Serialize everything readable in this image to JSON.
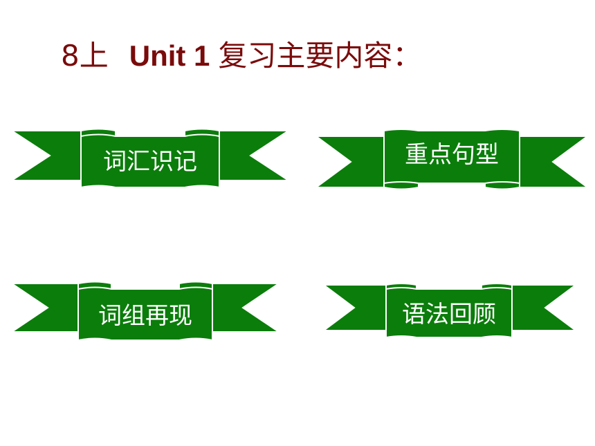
{
  "title": {
    "prefix": "8上",
    "unit": "Unit 1",
    "suffix": "复习主要内容："
  },
  "colors": {
    "title": "#7a0b0b",
    "ribbon": "#0b7d0b",
    "ribbon_stroke": "#ffffff",
    "label": "#ffffff"
  },
  "ribbons": [
    {
      "label": "词汇识记"
    },
    {
      "label": "重点句型"
    },
    {
      "label": "词组再现"
    },
    {
      "label": "语法回顾"
    }
  ]
}
